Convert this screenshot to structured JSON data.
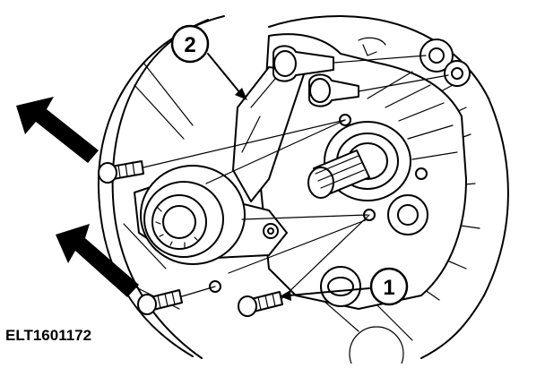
{
  "figure": {
    "callouts": [
      {
        "id": "callout-1",
        "label": "1"
      },
      {
        "id": "callout-2",
        "label": "2"
      }
    ],
    "reference_code": "ELT1601172",
    "colors": {
      "ink": "#000000",
      "paper": "#ffffff"
    },
    "icons": [
      "bold-arrow-icon",
      "bold-arrow-icon"
    ]
  }
}
